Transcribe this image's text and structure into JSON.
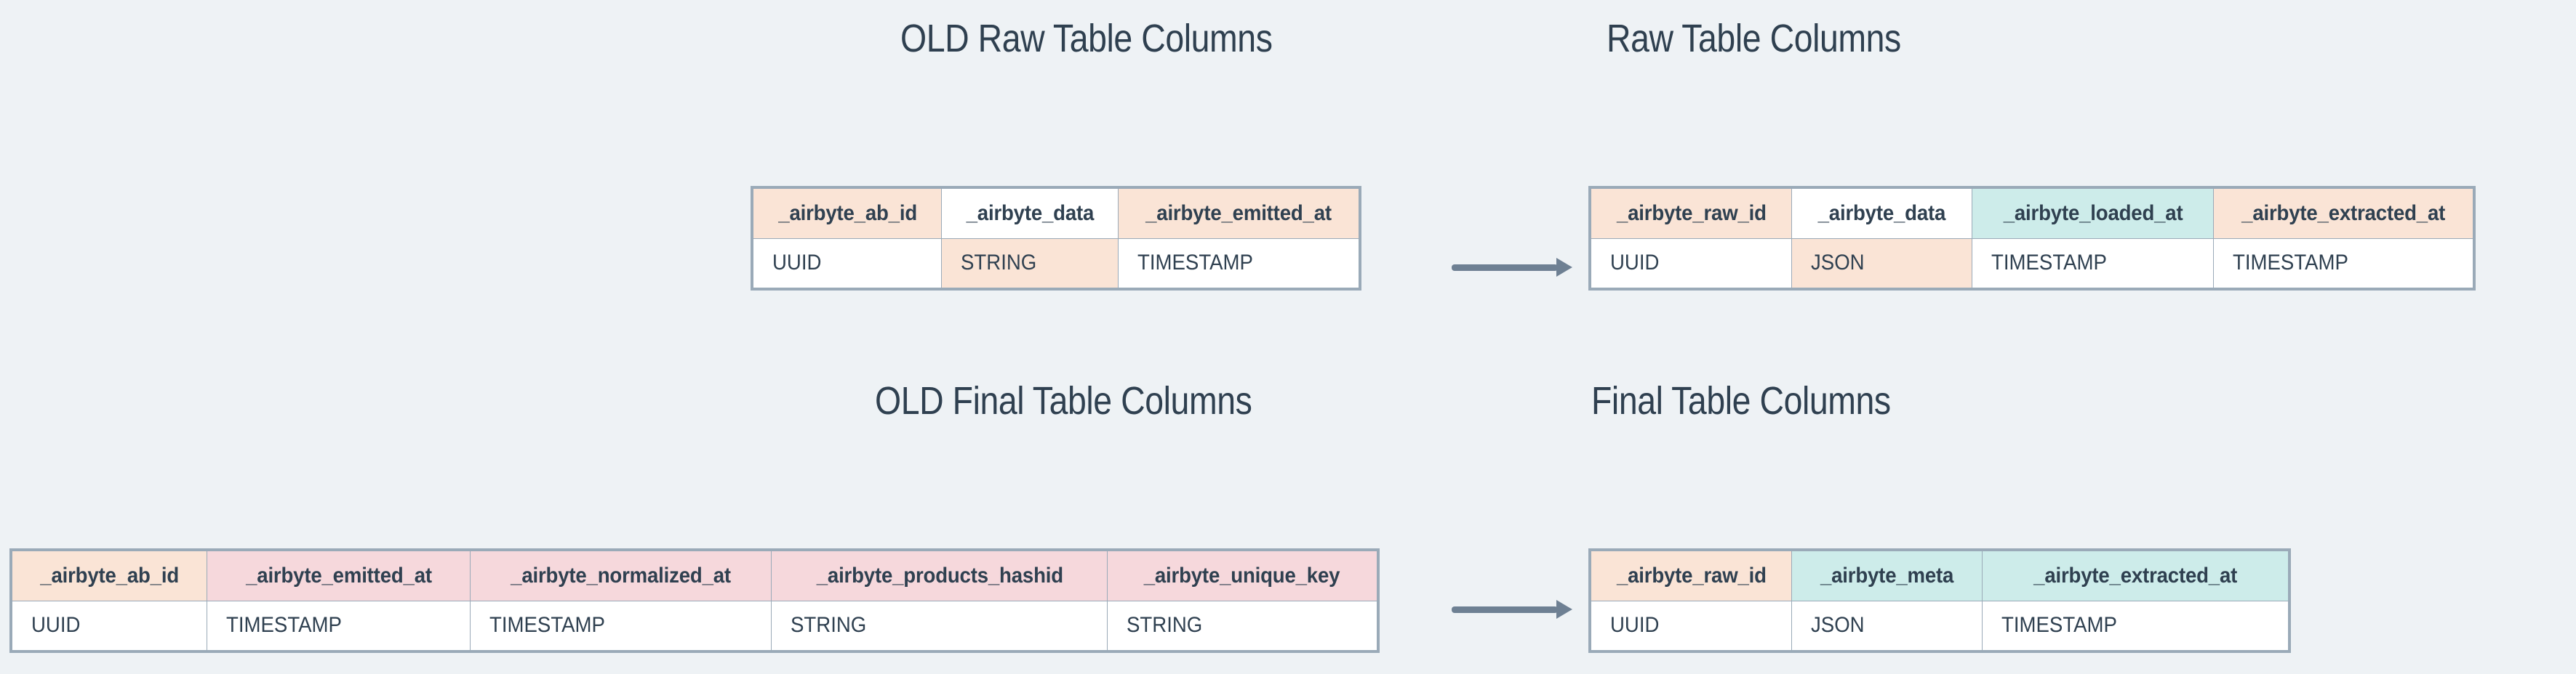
{
  "background_color": "#eef2f5",
  "colors": {
    "title_text": "#2f4050",
    "border": "#9aaab8",
    "peach": "#fae4d6",
    "teal": "#cdecea",
    "pink": "#f6d8dc",
    "white": "#ffffff",
    "arrow": "#6e8093"
  },
  "titles": {
    "old_raw": "OLD Raw Table Columns",
    "new_raw": "Raw Table Columns",
    "old_final": "OLD Final Table Columns",
    "new_final": "Final Table Columns"
  },
  "tables": {
    "old_raw": {
      "headers": [
        "_airbyte_ab_id",
        "_airbyte_data",
        "_airbyte_emitted_at"
      ],
      "header_fills": [
        "peach",
        "white",
        "peach"
      ],
      "values": [
        "UUID",
        "STRING",
        "TIMESTAMP"
      ],
      "value_fills": [
        "white",
        "peach",
        "white"
      ]
    },
    "new_raw": {
      "headers": [
        "_airbyte_raw_id",
        "_airbyte_data",
        "_airbyte_loaded_at",
        "_airbyte_extracted_at"
      ],
      "header_fills": [
        "peach",
        "white",
        "teal",
        "peach"
      ],
      "values": [
        "UUID",
        "JSON",
        "TIMESTAMP",
        "TIMESTAMP"
      ],
      "value_fills": [
        "white",
        "peach",
        "white",
        "white"
      ]
    },
    "old_final": {
      "headers": [
        "_airbyte_ab_id",
        "_airbyte_emitted_at",
        "_airbyte_normalized_at",
        "_airbyte_products_hashid",
        "_airbyte_unique_key"
      ],
      "header_fills": [
        "peach",
        "pink",
        "pink",
        "pink",
        "pink"
      ],
      "values": [
        "UUID",
        "TIMESTAMP",
        "TIMESTAMP",
        "STRING",
        "STRING"
      ],
      "value_fills": [
        "white",
        "white",
        "white",
        "white",
        "white"
      ]
    },
    "new_final": {
      "headers": [
        "_airbyte_raw_id",
        "_airbyte_meta",
        "_airbyte_extracted_at"
      ],
      "header_fills": [
        "peach",
        "teal",
        "teal"
      ],
      "values": [
        "UUID",
        "JSON",
        "TIMESTAMP"
      ],
      "value_fills": [
        "white",
        "white",
        "white"
      ]
    }
  },
  "arrows": [
    {
      "name": "raw-migration-arrow",
      "direction": "right"
    },
    {
      "name": "final-migration-arrow",
      "direction": "right"
    }
  ]
}
